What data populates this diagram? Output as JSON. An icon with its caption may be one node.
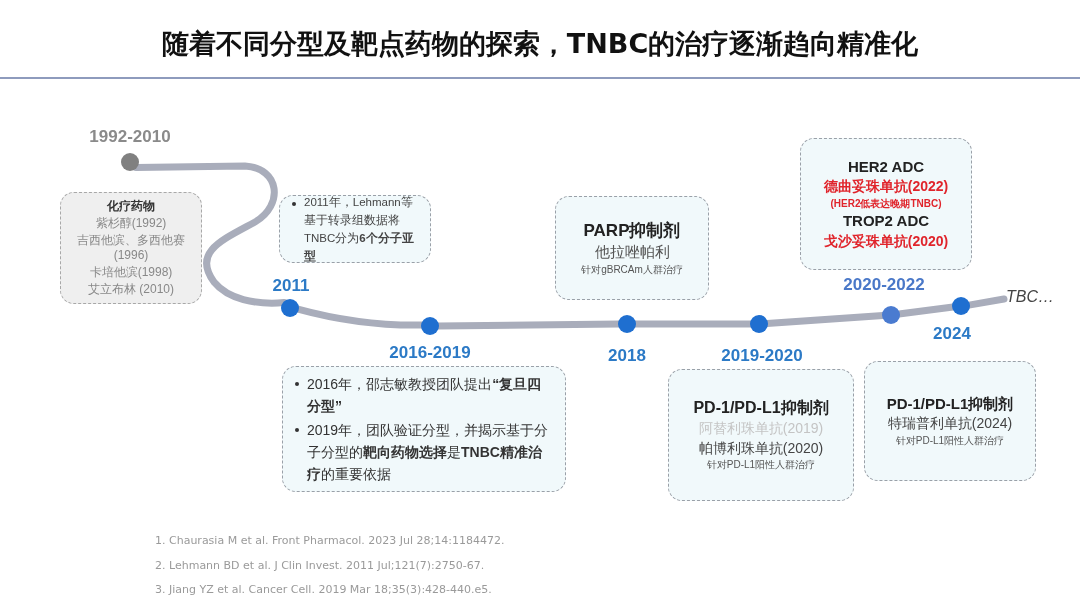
{
  "diagram": {
    "title": "随着不同分型及靶点药物的探索，TNBC的治疗逐渐趋向精准化",
    "nodes": [
      {
        "text": [],
        "shape": "circle",
        "beside": [
          "1992-2010"
        ]
      },
      {
        "text": [
          "化疗药物",
          "紫杉醇(1992)",
          "吉西他滨、多西他赛(1996)",
          "卡培他滨(1998)",
          "艾立布林 (2010)"
        ]
      },
      {
        "text": [],
        "shape": "circle",
        "beside": [
          "2011"
        ]
      },
      {
        "text": [
          "2011年，Lehmann等基于转录组数据将TNBC分为**6个分子亚型**"
        ]
      },
      {
        "text": [],
        "shape": "circle",
        "beside": [
          "2016-2019"
        ]
      },
      {
        "text": [
          "2016年，邵志敏教授团队提出**“复旦四分型”**",
          "2019年，团队验证分型，并揭示基于分子分型的**靶向药物选择**是**TNBC精准治疗**的重要依据"
        ]
      },
      {
        "text": [],
        "shape": "circle",
        "beside": [
          "2018"
        ]
      },
      {
        "text": [
          "PARP抑制剂",
          "他拉唑帕利",
          "针对gBRCAm人群治疗"
        ]
      },
      {
        "text": [],
        "shape": "circle",
        "beside": [
          "2019-2020"
        ]
      },
      {
        "text": [
          "PD-1/PD-L1抑制剂",
          "阿替利珠单抗(2019)",
          "帕博利珠单抗(2020)",
          "针对PD-L1阳性人群治疗"
        ]
      },
      {
        "text": [],
        "shape": "circle",
        "beside": [
          "2020-2022"
        ]
      },
      {
        "text": [
          "HER2 ADC",
          "德曲妥珠单抗(2022)",
          "(HER2低表达晚期TNBC)",
          "TROP2 ADC",
          "戈沙妥珠单抗(2020)"
        ]
      },
      {
        "text": [],
        "shape": "circle",
        "beside": [
          "2024"
        ]
      },
      {
        "text": [
          "PD-1/PD-L1抑制剂",
          "特瑞普利单抗(2024)",
          "针对PD-L1阳性人群治疗"
        ]
      },
      {
        "text": [
          "TBC…"
        ]
      }
    ],
    "edges": [
      {
        "from": 0,
        "to": 2,
        "arrow": "none"
      },
      {
        "from": 2,
        "to": 4,
        "arrow": "none"
      },
      {
        "from": 4,
        "to": 6,
        "arrow": "none"
      },
      {
        "from": 6,
        "to": 8,
        "arrow": "none"
      },
      {
        "from": 8,
        "to": 10,
        "arrow": "none"
      },
      {
        "from": 10,
        "to": 12,
        "arrow": "none"
      },
      {
        "from": 12,
        "to": 14,
        "arrow": "none"
      }
    ],
    "labels": [
      "1. Chaurasia M et al. Front Pharmacol. 2023 Jul 28;14:1184472.",
      "2. Lehmann BD et al. J Clin Invest. 2011 Jul;121(7):2750-67.",
      "3. Jiang YZ et al. Cancer Cell. 2019 Mar 18;35(3):428-440.e5."
    ]
  }
}
